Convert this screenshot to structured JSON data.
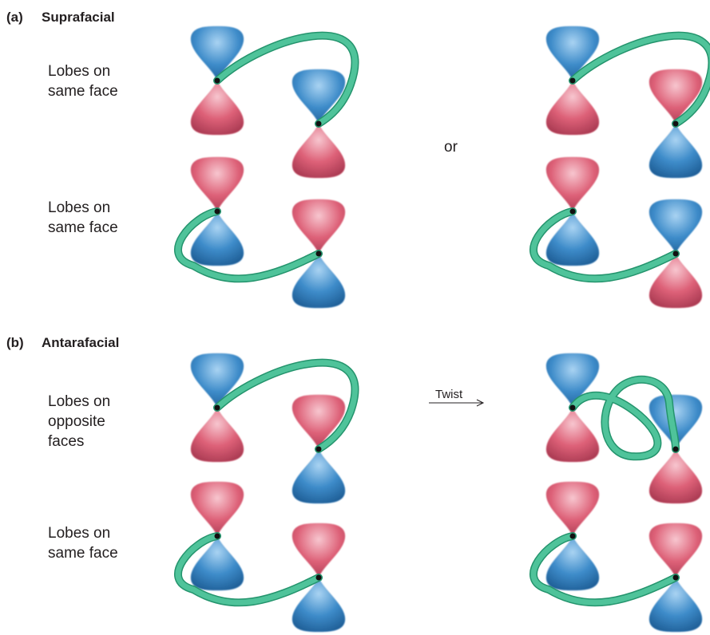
{
  "colors": {
    "lobe_blue": "#2f7fc1",
    "lobe_pink": "#d9536a",
    "ribbon_green": "#4fc39a",
    "ribbon_edge": "#24946d",
    "node": "#111111"
  },
  "section_a": {
    "label": "(a)",
    "title": "Suprafacial",
    "caption_top": "Lobes on\nsame face",
    "caption_bottom": "Lobes on\nsame face",
    "connector": "or"
  },
  "section_b": {
    "label": "(b)",
    "title": "Antarafacial",
    "caption_top": "Lobes on\nopposite\nfaces",
    "caption_bottom": "Lobes on\nsame face",
    "arrow_label": "Twist"
  }
}
